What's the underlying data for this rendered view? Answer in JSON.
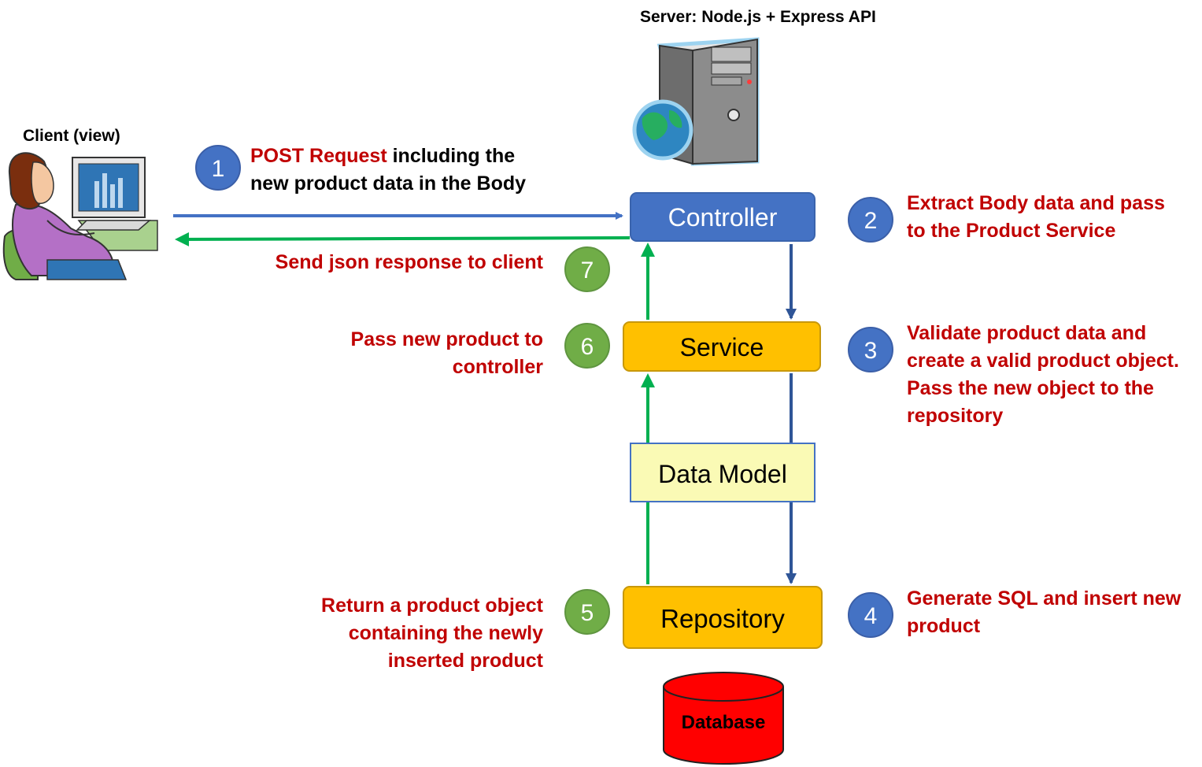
{
  "server_label": "Server: Node.js + Express API",
  "client_label": "Client (view)",
  "boxes": {
    "controller": "Controller",
    "service": "Service",
    "data_model": "Data Model",
    "repository": "Repository",
    "database": "Database"
  },
  "steps": [
    {
      "number": "1",
      "highlight": "POST Request",
      "text": " including the new product data in the Body"
    },
    {
      "number": "2",
      "text": "Extract  Body data and pass to the Product Service"
    },
    {
      "number": "3",
      "text": "Validate product data and create a valid product object. Pass the new object to the repository"
    },
    {
      "number": "4",
      "text": "Generate SQL and insert new product"
    },
    {
      "number": "5",
      "text": "Return a product object containing the newly inserted product"
    },
    {
      "number": "6",
      "text": "Pass new product to controller"
    },
    {
      "number": "7",
      "text": "Send json response to client"
    }
  ],
  "colors": {
    "request_arrow": "#4472c4",
    "down_arrow": "#2f5597",
    "response_arrow": "#00b050",
    "step_text": "#c00000",
    "controller_fill": "#4472c4",
    "service_fill": "#ffc000",
    "data_model_fill": "#fafab5",
    "database_fill": "#ff0000"
  },
  "icons": {
    "client": "person-at-computer-icon",
    "server": "server-tower-with-globe-icon"
  }
}
